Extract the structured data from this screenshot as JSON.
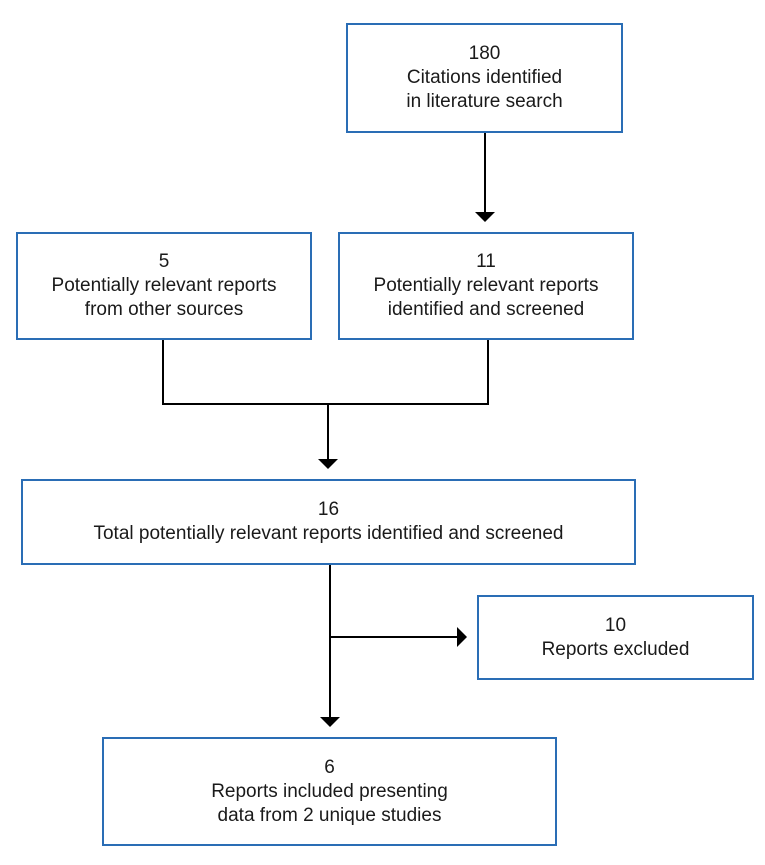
{
  "boxes": {
    "citations": {
      "count": "180",
      "line1": "Citations identified",
      "line2": "in literature search"
    },
    "other_sources": {
      "count": "5",
      "line1": "Potentially relevant reports",
      "line2": "from other sources"
    },
    "screened": {
      "count": "11",
      "line1": "Potentially relevant reports",
      "line2": "identified and screened"
    },
    "total": {
      "count": "16",
      "line1": "Total potentially relevant reports identified and screened"
    },
    "excluded": {
      "count": "10",
      "line1": "Reports excluded"
    },
    "included": {
      "count": "6",
      "line1": "Reports included presenting",
      "line2": "data from 2 unique studies"
    }
  },
  "colors": {
    "box_border": "#2a6db5",
    "connector": "#000000"
  }
}
